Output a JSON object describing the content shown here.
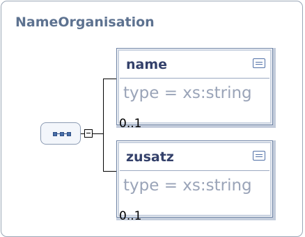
{
  "diagram": {
    "title": "NameOrganisation",
    "compositor": "sequence",
    "elements": [
      {
        "name": "name",
        "type": "type = xs:string",
        "cardinality": "0..1",
        "doc_icon": "documentation-icon"
      },
      {
        "name": "zusatz",
        "type": "type = xs:string",
        "cardinality": "0..1",
        "doc_icon": "documentation-icon"
      }
    ]
  },
  "colors": {
    "title": "#5d7290",
    "element_border": "#6c81a3",
    "element_name": "#33406a",
    "type_text": "#9aa4b8",
    "connector": "#000000"
  }
}
